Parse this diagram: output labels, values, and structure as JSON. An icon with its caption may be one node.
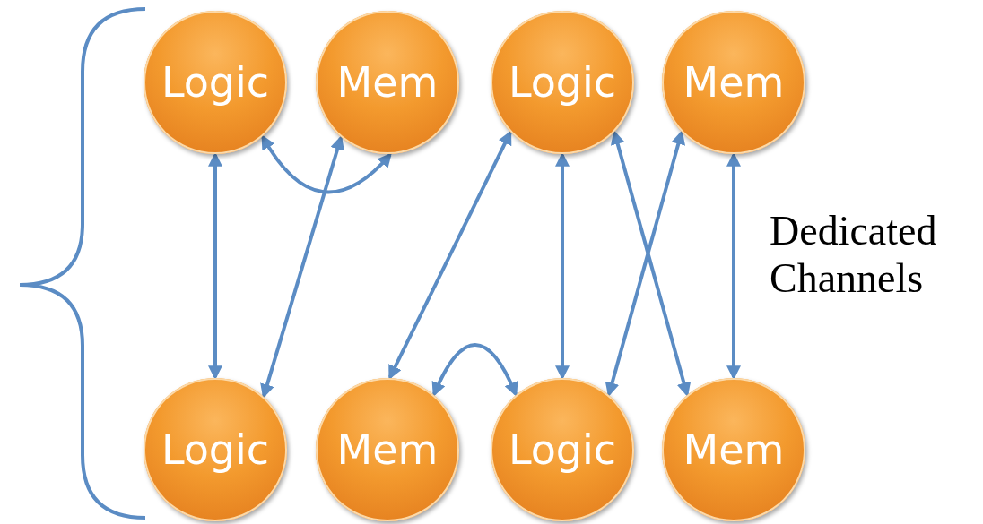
{
  "diagram": {
    "nodes": [
      {
        "text": [
          "Logic"
        ]
      },
      {
        "text": [
          "Mem"
        ]
      },
      {
        "text": [
          "Logic"
        ]
      },
      {
        "text": [
          "Mem"
        ]
      },
      {
        "text": [
          "Logic"
        ]
      },
      {
        "text": [
          "Mem"
        ]
      },
      {
        "text": [
          "Logic"
        ]
      },
      {
        "text": [
          "Mem"
        ]
      }
    ],
    "edges": [
      {
        "from": 0,
        "to": 4,
        "arrow": "both"
      },
      {
        "from": 0,
        "to": 1,
        "arrow": "both"
      },
      {
        "from": 1,
        "to": 4,
        "arrow": "both"
      },
      {
        "from": 2,
        "to": 5,
        "arrow": "both"
      },
      {
        "from": 2,
        "to": 6,
        "arrow": "both"
      },
      {
        "from": 2,
        "to": 7,
        "arrow": "both"
      },
      {
        "from": 3,
        "to": 6,
        "arrow": "both"
      },
      {
        "from": 3,
        "to": 7,
        "arrow": "both"
      },
      {
        "from": 5,
        "to": 6,
        "arrow": "both"
      }
    ],
    "labels": [
      "Dedicated Channels"
    ]
  }
}
